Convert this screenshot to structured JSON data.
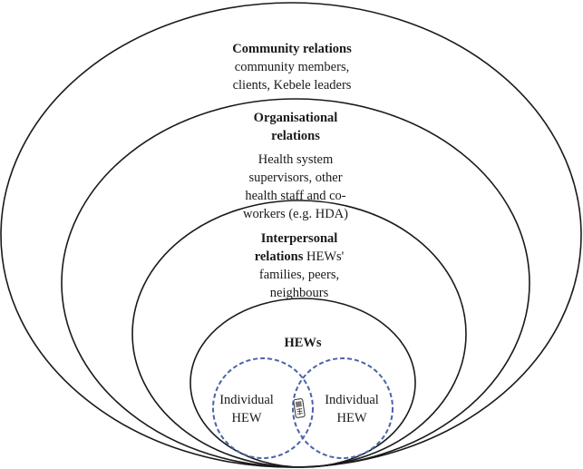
{
  "community": {
    "title": "Community relations",
    "line1": "community members,",
    "line2": "clients, Kebele leaders"
  },
  "organisational": {
    "title1": "Organisational",
    "title2": "relations",
    "line1": "Health system",
    "line2": "supervisors, other",
    "line3": "health staff and co-",
    "line4": "workers (e.g. HDA)"
  },
  "interpersonal": {
    "title1": "Interpersonal",
    "title2": "relations",
    "line1_rest": "HEWs'",
    "line2": "families, peers,",
    "line3": "neighbours"
  },
  "hews": {
    "title": "HEWs"
  },
  "individual_left": {
    "line1": "Individual",
    "line2": "HEW"
  },
  "individual_right": {
    "line1": "Individual",
    "line2": "HEW"
  },
  "center_icon": "mobile-phone-icon",
  "colors": {
    "outline": "#1a1a1a",
    "individual_circle": "#4a63a8"
  }
}
